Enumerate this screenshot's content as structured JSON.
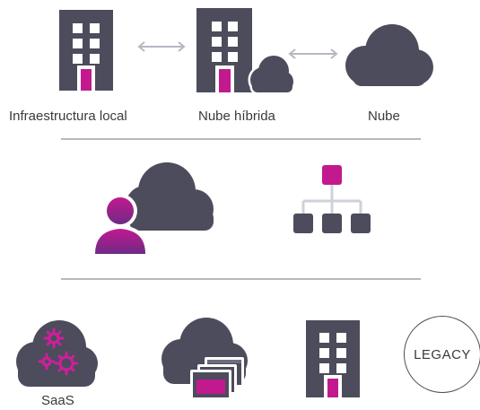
{
  "colors": {
    "dark": "#4c4c5c",
    "accent": "#c2198f",
    "light": "#cfd1d8"
  },
  "row1": {
    "items": [
      {
        "label": "Infraestructura local",
        "icon": "building-icon"
      },
      {
        "label": "Nube híbrida",
        "icon": "building-with-cloud-icon"
      },
      {
        "label": "Nube",
        "icon": "cloud-icon"
      }
    ],
    "connectors": [
      "bidirectional-arrow-icon",
      "bidirectional-arrow-icon"
    ]
  },
  "row2": {
    "items": [
      {
        "icon": "user-cloud-icon"
      },
      {
        "icon": "org-hierarchy-icon"
      }
    ]
  },
  "row3": {
    "items": [
      {
        "label": "SaaS",
        "icon": "cloud-gears-icon"
      },
      {
        "icon": "cloud-windows-icon"
      },
      {
        "icon": "building-icon"
      },
      {
        "label": "LEGACY",
        "icon": "legacy-circle"
      }
    ]
  }
}
